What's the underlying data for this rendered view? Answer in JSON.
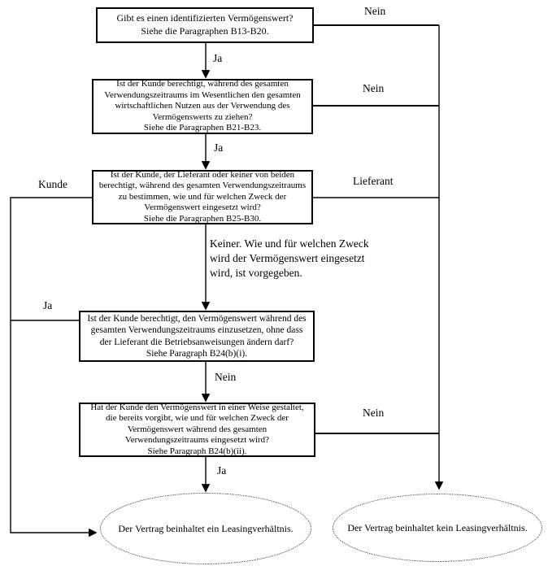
{
  "diagram": {
    "title_hint": "Lease identification flowchart (German)",
    "colors": {
      "line": "#000000",
      "background": "#ffffff",
      "text": "#000000"
    },
    "boxes": [
      {
        "id": "q1",
        "question": "Gibt es einen identifizierten Vermögenswert?",
        "reference": "Siehe die Paragraphen B13-B20."
      },
      {
        "id": "q2",
        "question": "Ist der Kunde berechtigt, während des gesamten Verwendungszeitraums im Wesentlichen den gesamten wirtschaftlichen Nutzen aus der Verwendung des Vermögenswerts zu ziehen?",
        "reference": "Siehe die Paragraphen B21-B23."
      },
      {
        "id": "q3",
        "question": "Ist der Kunde, der Lieferant oder keiner von beiden berechtigt, während des gesamten Verwendungszeitraums zu bestimmen, wie und für welchen Zweck der Vermögenswert eingesetzt wird?",
        "reference": "Siehe die Paragraphen B25-B30."
      },
      {
        "id": "q4",
        "question": "Ist der Kunde berechtigt, den Vermögenswert während des gesamten Verwendungszeitraums einzusetzen, ohne dass der Lieferant die Betriebsanweisungen ändern darf?",
        "reference": "Siehe Paragraph B24(b)(i)."
      },
      {
        "id": "q5",
        "question": "Hat der Kunde den Vermögenswert in einer Weise gestaltet, die bereits vorgibt, wie und für welchen Zweck der Vermögenswert während des gesamten Verwendungszeitraums eingesetzt wird?",
        "reference": "Siehe Paragraph B24(b)(ii)."
      }
    ],
    "terminals": [
      {
        "id": "lease",
        "text": "Der Vertrag beinhaltet ein Leasingverhältnis."
      },
      {
        "id": "no_lease",
        "text": "Der Vertrag beinhaltet kein Leasingverhältnis."
      }
    ],
    "edge_labels": {
      "ja1": "Ja",
      "nein1": "Nein",
      "ja2": "Ja",
      "nein2": "Nein",
      "kunde": "Kunde",
      "lieferant": "Lieferant",
      "keiner": "Keiner. Wie und für welchen Zweck wird der Vermögenswert eingesetzt wird, ist vorgegeben.",
      "ja3": "Ja",
      "nein3": "Nein",
      "nein4": "Nein",
      "ja4": "Ja"
    }
  }
}
